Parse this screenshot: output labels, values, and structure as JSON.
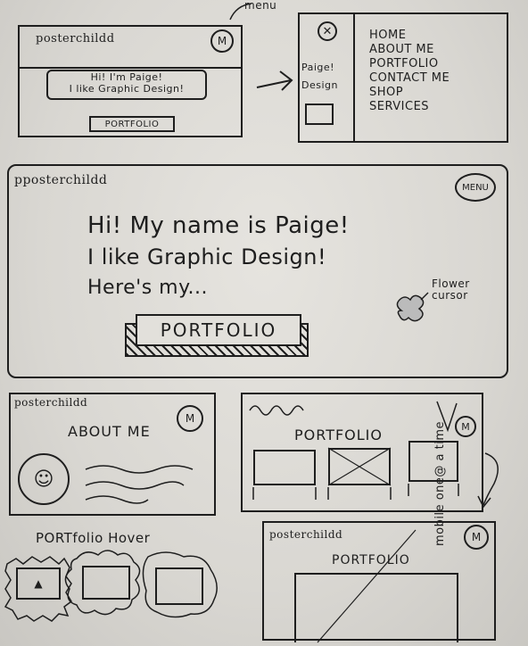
{
  "sketch_top": {
    "logo": "posterchildd",
    "menu_badge": "M",
    "menu_note": "menu",
    "greeting_line1": "Hi! I'm Paige!",
    "greeting_line2": "I like Graphic Design!",
    "button": "PORTFOLIO"
  },
  "menu_panel": {
    "close_icon": "close-circle-icon",
    "side_text": "Paige! Design",
    "items": [
      "Home",
      "About Me",
      "Portfolio",
      "Contact Me",
      "Shop",
      "Services"
    ]
  },
  "hero": {
    "logo": "pposterchildd",
    "menu_button": "MENU",
    "line1": "Hi! My name is Paige!",
    "line2": "I like Graphic Design!",
    "line3": "Here's my...",
    "button": "PORTFOLIO",
    "cursor_note": "Flower cursor"
  },
  "about": {
    "logo": "posterchildd",
    "menu_badge": "M",
    "title": "ABOUT ME"
  },
  "portfolio_grid": {
    "title": "PORTFOLIO",
    "menu_badge": "M",
    "side_note": "mobile one@ a time"
  },
  "hover": {
    "title": "PORTfolio Hover"
  },
  "mobile": {
    "logo": "posterchildd",
    "menu_badge": "M",
    "title": "PORTFOLIO"
  }
}
